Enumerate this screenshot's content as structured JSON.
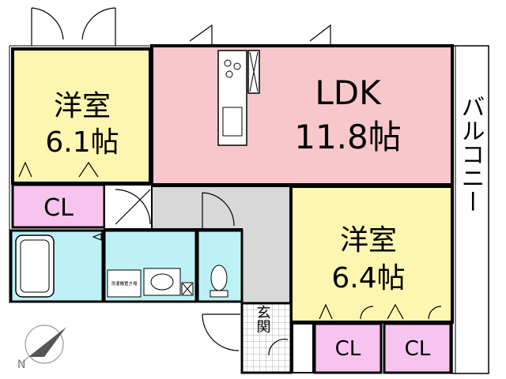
{
  "rooms": {
    "western_room_1": {
      "name": "洋室",
      "size": "6.1帖"
    },
    "ldk": {
      "name": "LDK",
      "size": "11.8帖"
    },
    "western_room_2": {
      "name": "洋室",
      "size": "6.4帖"
    },
    "closet_1": {
      "name": "CL"
    },
    "closet_2": {
      "name": "CL"
    },
    "closet_3": {
      "name": "CL"
    },
    "balcony": {
      "name": "バルコニー"
    },
    "entrance": {
      "name": "玄関"
    },
    "washer_space": {
      "name": "洗濯機置き場"
    }
  },
  "compass": {
    "label": "N"
  },
  "colors": {
    "western_room": "#fdf6b0",
    "ldk": "#f8c7cc",
    "closet": "#f6c4ef",
    "wet_area": "#bdf1f5",
    "hallway": "#d8d8d8",
    "wall": "#000000",
    "compass_arrow": "#555555"
  }
}
